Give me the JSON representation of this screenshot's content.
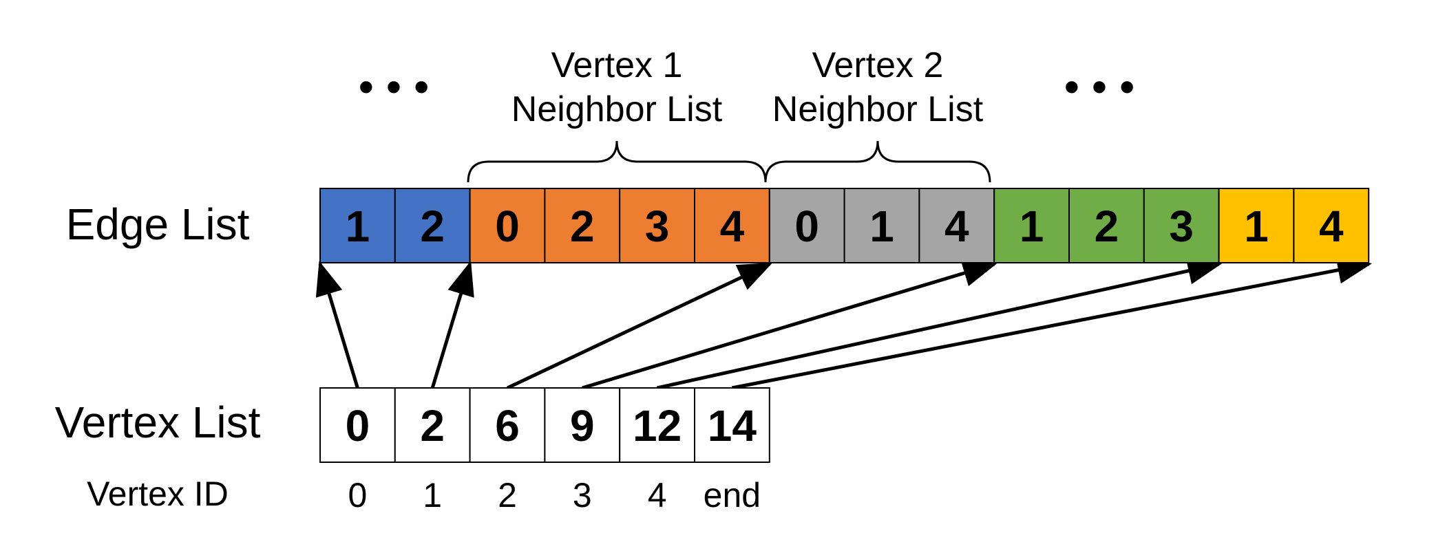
{
  "edge_list": {
    "label": "Edge List",
    "cells": [
      {
        "value": "1",
        "group": "blue"
      },
      {
        "value": "2",
        "group": "blue"
      },
      {
        "value": "0",
        "group": "orange"
      },
      {
        "value": "2",
        "group": "orange"
      },
      {
        "value": "3",
        "group": "orange"
      },
      {
        "value": "4",
        "group": "orange"
      },
      {
        "value": "0",
        "group": "gray"
      },
      {
        "value": "1",
        "group": "gray"
      },
      {
        "value": "4",
        "group": "gray"
      },
      {
        "value": "1",
        "group": "green"
      },
      {
        "value": "2",
        "group": "green"
      },
      {
        "value": "3",
        "group": "green"
      },
      {
        "value": "1",
        "group": "yellow"
      },
      {
        "value": "4",
        "group": "yellow"
      }
    ]
  },
  "vertex_list": {
    "label": "Vertex List",
    "cells": [
      "0",
      "2",
      "6",
      "9",
      "12",
      "14"
    ]
  },
  "vertex_id": {
    "label": "Vertex ID",
    "ids": [
      "0",
      "1",
      "2",
      "3",
      "4",
      "end"
    ]
  },
  "braces": [
    {
      "line1": "Vertex 1",
      "line2": "Neighbor List",
      "start_index": 2,
      "end_index": 6
    },
    {
      "line1": "Vertex 2",
      "line2": "Neighbor List",
      "start_index": 6,
      "end_index": 9
    }
  ],
  "ellipsis": "• • •",
  "group_colors": {
    "blue": "#4472C4",
    "orange": "#ED7D31",
    "gray": "#A5A5A5",
    "green": "#70AD47",
    "yellow": "#FFC000"
  }
}
